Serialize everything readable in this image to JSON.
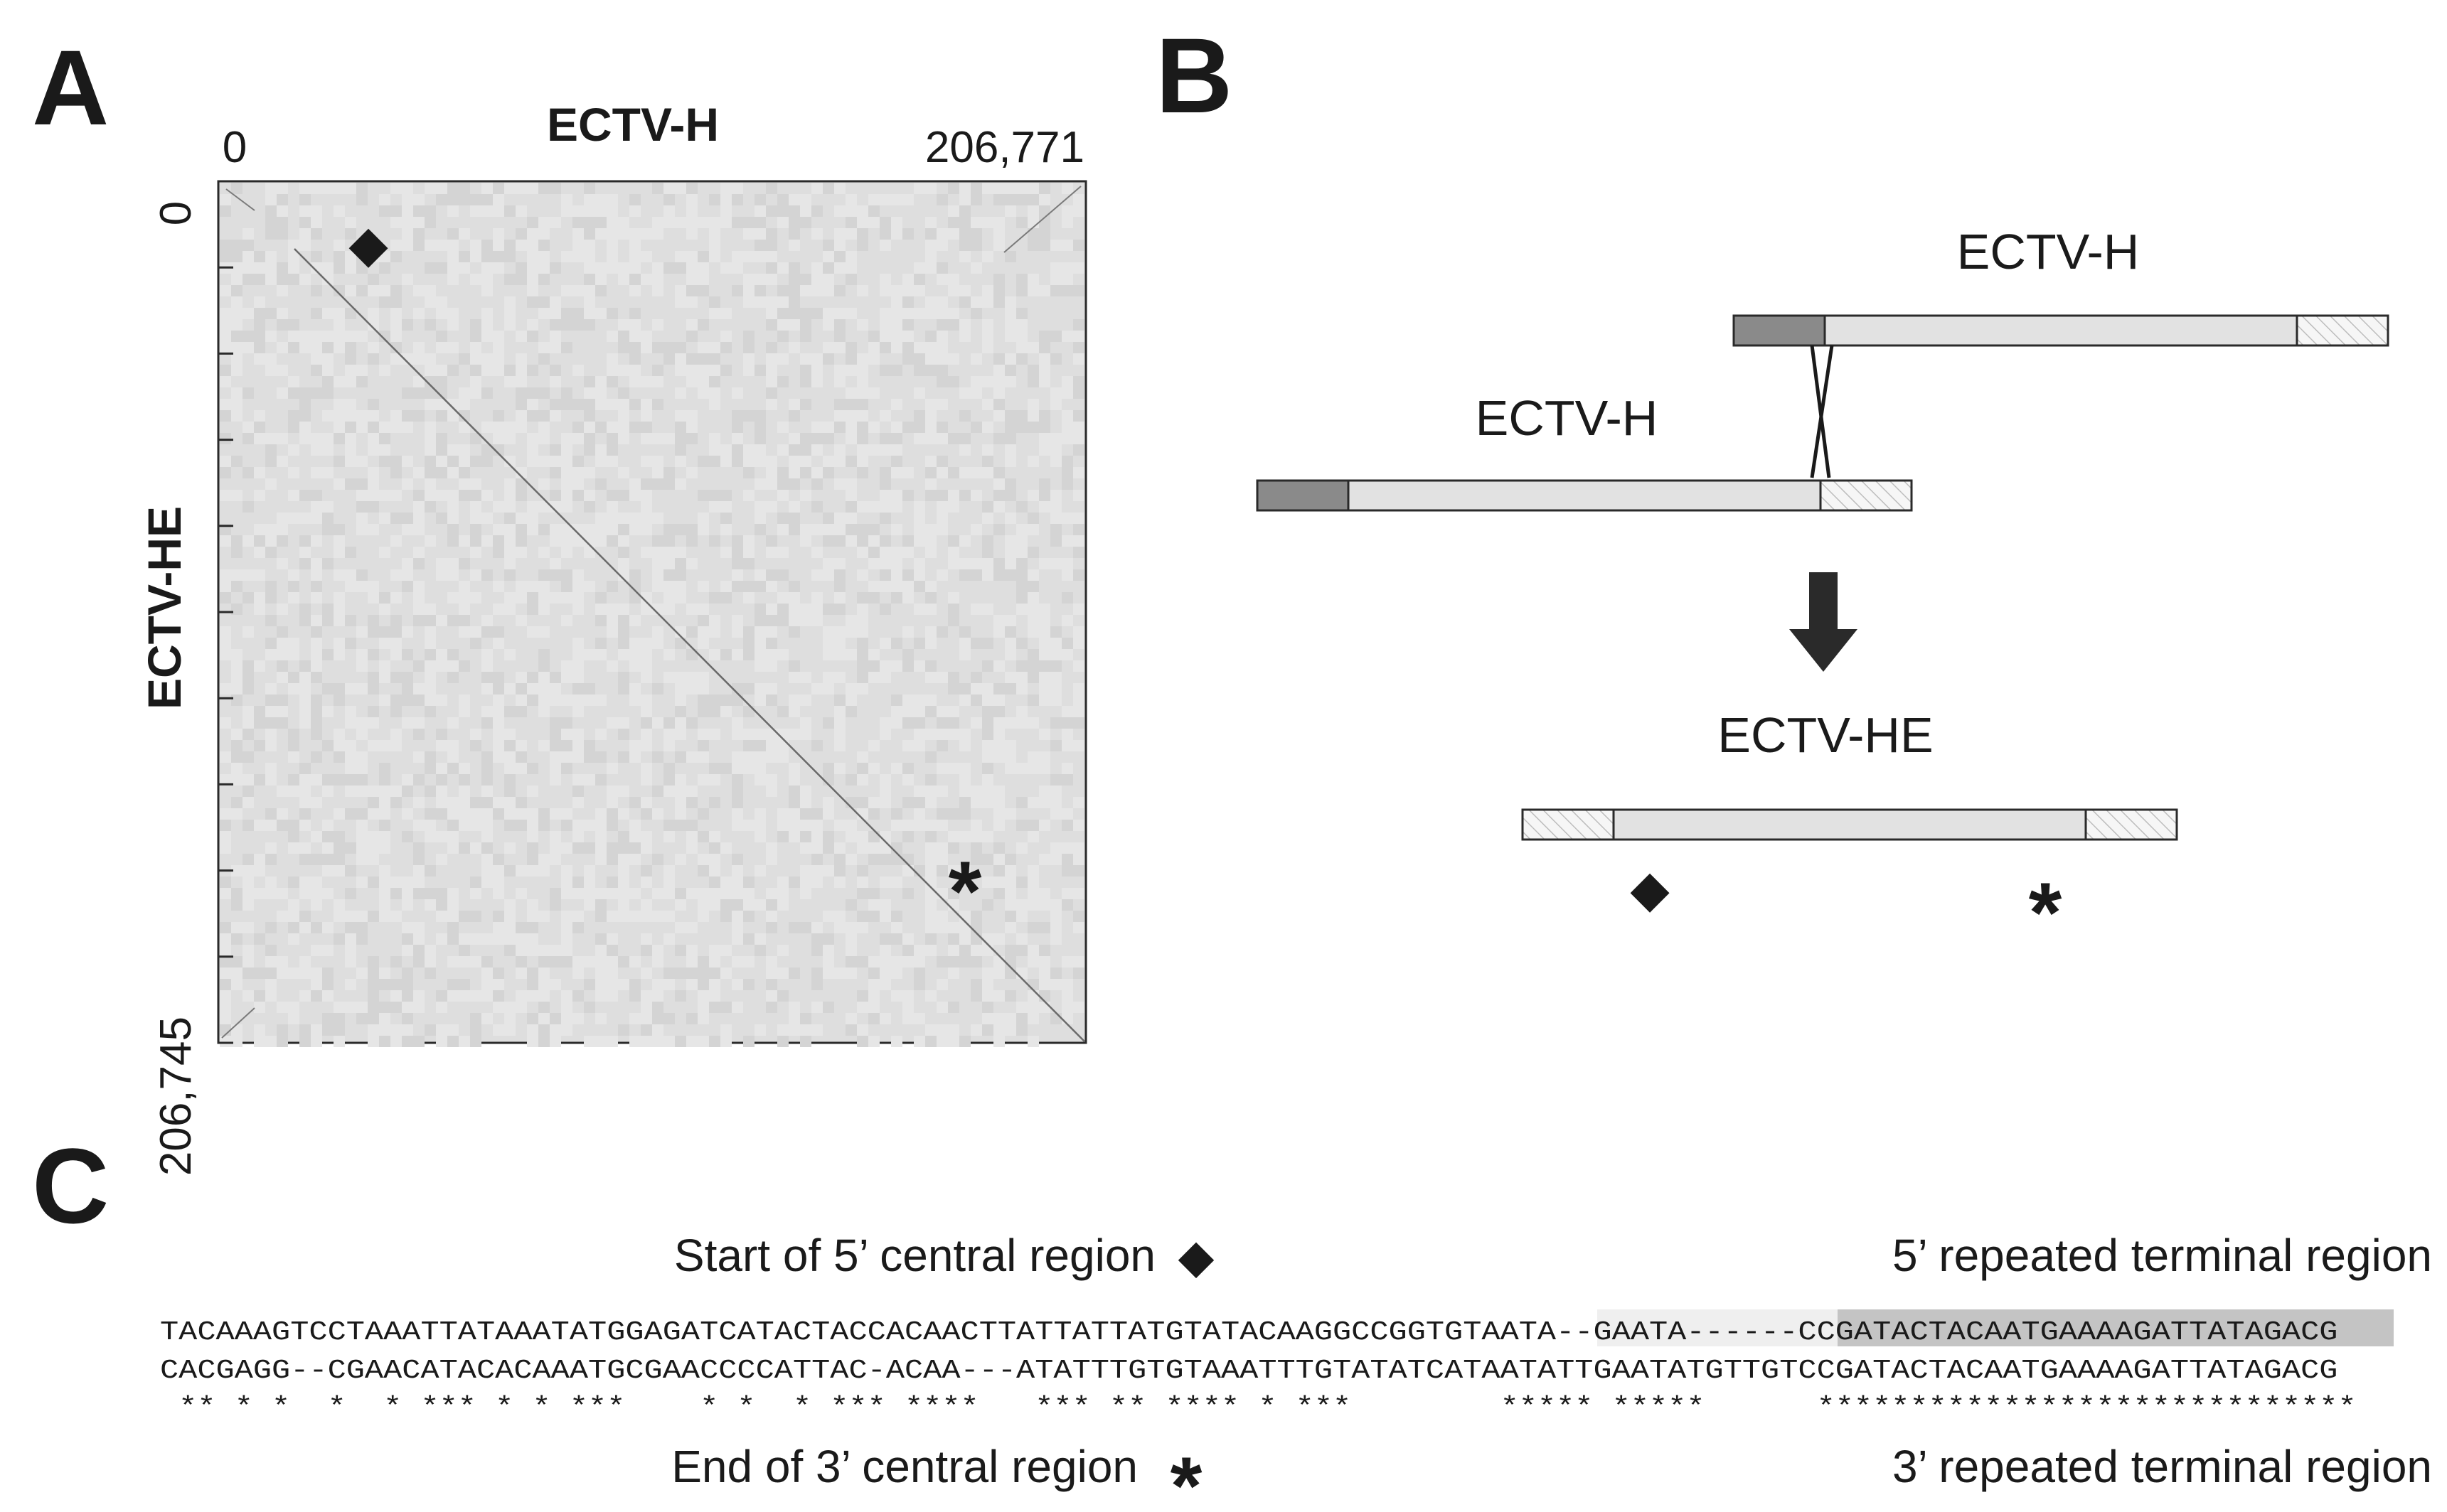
{
  "panels": {
    "a": {
      "letter": "A"
    },
    "b": {
      "letter": "B"
    },
    "c": {
      "letter": "C"
    }
  },
  "dotplot": {
    "x_label": "ECTV-H",
    "y_label": "ECTV-HE",
    "x_start": "0",
    "x_end": "206,771",
    "y_start": "0",
    "y_end": "206,745",
    "x_end_value": 206771,
    "y_end_value": 206745,
    "diamond_marker": "◆",
    "star_marker": "*"
  },
  "recombination": {
    "upper_genome_label": "ECTV-H",
    "lower_genome_label": "ECTV-H",
    "product_label": "ECTV-HE",
    "diamond_marker": "◆",
    "star_marker": "*",
    "colors": {
      "dark_terminal": "#8a8a8a",
      "central": "#e2e2e2",
      "hatched": "#f4f4f4",
      "outline": "#2a2a2a"
    }
  },
  "alignment": {
    "top_left_label": "Start of 5’ central region",
    "top_left_marker": "◆",
    "top_right_label": "5’ repeated terminal region",
    "bottom_left_label": "End of 3’ central region",
    "bottom_left_marker": "*",
    "bottom_right_label": "3’ repeated terminal region",
    "seq1_part1": "TACAAAGTCCTAAATTATAAATATGGAGATCATACTACCACAACTTATTATTATGTATACAAGGCCGGTGTAATA",
    "seq1_part2": "--GAATA------",
    "seq1_part3": "CCGATACTACAATGAAAAGATTATAGACG",
    "seq2": "CACGAGG--CGAACATACACAAATGCGAACCCCATTAC-ACAA---ATATTTGTGTAAATTTGTATATCATAATATTGAATATGTTGTCCGATACTACAATGAAAAGATTATAGACG",
    "consensus": " ** * *  *  * *** * * ***    * *  * *** ****   *** ** **** * ***        ***** *****      *****************************",
    "colors": {
      "light_shade": "#efefef",
      "dark_shade": "#c4c4c4"
    }
  }
}
